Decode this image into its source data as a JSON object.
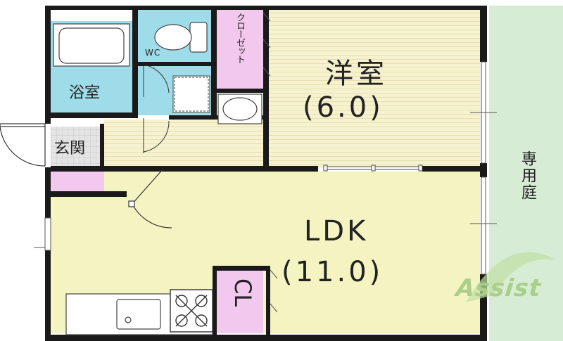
{
  "rooms": {
    "western": {
      "name": "洋室",
      "size": "(6.0)"
    },
    "ldk": {
      "name": "LDK",
      "size": "(11.0)"
    },
    "bath": {
      "name": "浴室"
    },
    "wc": {
      "name": "WC"
    },
    "entrance": {
      "name": "玄関"
    },
    "closet": {
      "name": "クローゼット"
    },
    "cl": {
      "name": "CL"
    },
    "garden": {
      "name": "専用庭"
    }
  },
  "logo": {
    "text": "Assist"
  },
  "colors": {
    "wall": "#1a1a1a",
    "western_floor": "#f6f2cf",
    "ldk_floor": "#f4f4c2",
    "bath_blue": "#9fdce9",
    "closet_pink": "#f2c8ef",
    "entrance_gray": "#e4e4e4",
    "garden_green": "#d6ecd4",
    "logo_green": "#a9cf8a"
  }
}
